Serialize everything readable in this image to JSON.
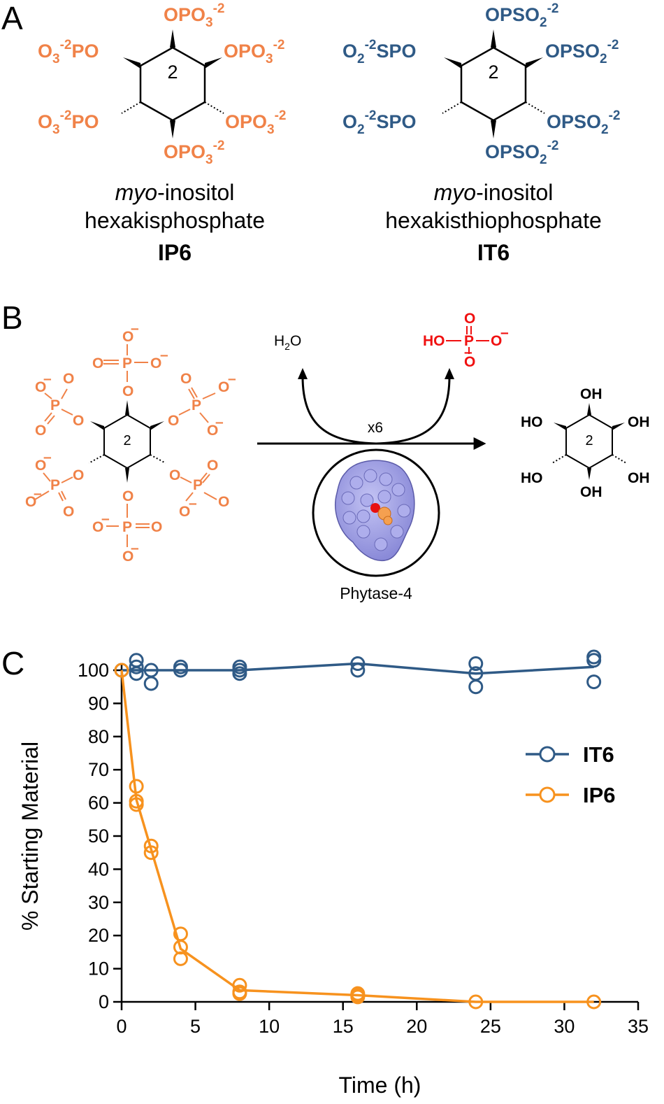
{
  "panels": {
    "a": {
      "letter": "A",
      "ring_label": "2",
      "ip6": {
        "substituent": "OPO",
        "sub_index": "3",
        "charge": "-2",
        "left_prefix": "O",
        "left_index": "3",
        "left_charge": "-2",
        "left_tail": "PO",
        "name_line1_italic": "myo",
        "name_line1_rest": "-inositol",
        "name_line2": "hexakisphosphate",
        "abbrev": "IP6"
      },
      "it6": {
        "substituent": "OPSO",
        "sub_index": "2",
        "charge": "-2",
        "left_prefix": "O",
        "left_index": "2",
        "left_charge": "-2",
        "left_tail": "SPO",
        "name_line1_italic": "myo",
        "name_line1_rest": "-inositol",
        "name_line2": "hexakisthiophosphate",
        "abbrev": "IT6"
      }
    },
    "b": {
      "letter": "B",
      "ring_label": "2",
      "water": "H",
      "water_sub": "2",
      "water_o": "O",
      "multiplier": "x6",
      "enzyme": "Phytase-4",
      "phosphate": {
        "ho": "HO",
        "o": "O",
        "p": "P",
        "minus": "–"
      },
      "inositol_hydroxyls": [
        "OH",
        "HO",
        "OH",
        "HO",
        "OH",
        "OH"
      ],
      "phosphate_groups": {
        "o": "O",
        "p": "P",
        "minus": "–"
      }
    },
    "c": {
      "letter": "C"
    }
  },
  "colors": {
    "ip6": "#F08248",
    "it6": "#2F5A86",
    "ip6_series": "#F7921E",
    "released_phosphate": "#F01010",
    "protein": "#9C9CE6"
  },
  "chart_data": {
    "type": "scatter",
    "xlabel": "Time (h)",
    "ylabel": "% Starting Material",
    "xlim": [
      0,
      35
    ],
    "ylim": [
      0,
      100
    ],
    "xticks": [
      0,
      5,
      10,
      15,
      20,
      25,
      30,
      35
    ],
    "yticks": [
      0,
      10,
      20,
      30,
      40,
      50,
      60,
      70,
      80,
      90,
      100
    ],
    "legend_position": "right",
    "series": [
      {
        "name": "IT6",
        "color": "#2F5A86",
        "mean_line": {
          "x": [
            0,
            1,
            2,
            4,
            8,
            16,
            24,
            32
          ],
          "y": [
            100,
            100,
            100,
            100,
            100,
            102,
            99,
            101
          ]
        },
        "points": [
          [
            0,
            100
          ],
          [
            1,
            103
          ],
          [
            1,
            101
          ],
          [
            1,
            99
          ],
          [
            2,
            100
          ],
          [
            2,
            96
          ],
          [
            4,
            101
          ],
          [
            4,
            100
          ],
          [
            8,
            101
          ],
          [
            8,
            100
          ],
          [
            8,
            99
          ],
          [
            16,
            102
          ],
          [
            16,
            100
          ],
          [
            24,
            102
          ],
          [
            24,
            99
          ],
          [
            24,
            95
          ],
          [
            32,
            104
          ],
          [
            32,
            103
          ],
          [
            32,
            96.5
          ]
        ]
      },
      {
        "name": "IP6",
        "color": "#F7921E",
        "mean_line": {
          "x": [
            0,
            1,
            2,
            4,
            8,
            16,
            24,
            32
          ],
          "y": [
            100,
            61,
            46,
            16,
            3.5,
            2,
            0,
            0
          ]
        },
        "points": [
          [
            0,
            100
          ],
          [
            1,
            65
          ],
          [
            1,
            60.5
          ],
          [
            1,
            59.5
          ],
          [
            2,
            47
          ],
          [
            2,
            45
          ],
          [
            4,
            20.5
          ],
          [
            4,
            16.5
          ],
          [
            4,
            13
          ],
          [
            8,
            5
          ],
          [
            8,
            3
          ],
          [
            8,
            2.5
          ],
          [
            16,
            2.5
          ],
          [
            16,
            2
          ],
          [
            16,
            1.5
          ],
          [
            24,
            0
          ],
          [
            32,
            0
          ]
        ]
      }
    ]
  }
}
